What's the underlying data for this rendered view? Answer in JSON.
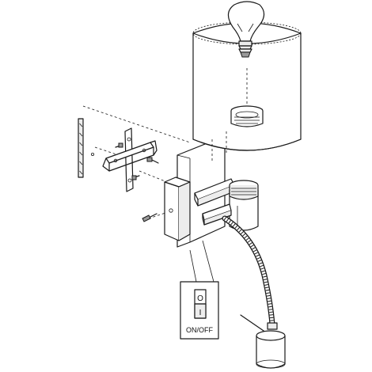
{
  "switch": {
    "on_symbol": "O",
    "off_symbol": "I",
    "caption": "ON/OFF"
  },
  "colors": {
    "line": "#1a1a1a",
    "shade_light": "#ededed",
    "shade_dark": "#9a9a9a",
    "background": "#ffffff"
  },
  "icons": {
    "bulb": "bulb-icon",
    "screw": "screw-icon",
    "toggle": "toggle-switch-icon"
  }
}
